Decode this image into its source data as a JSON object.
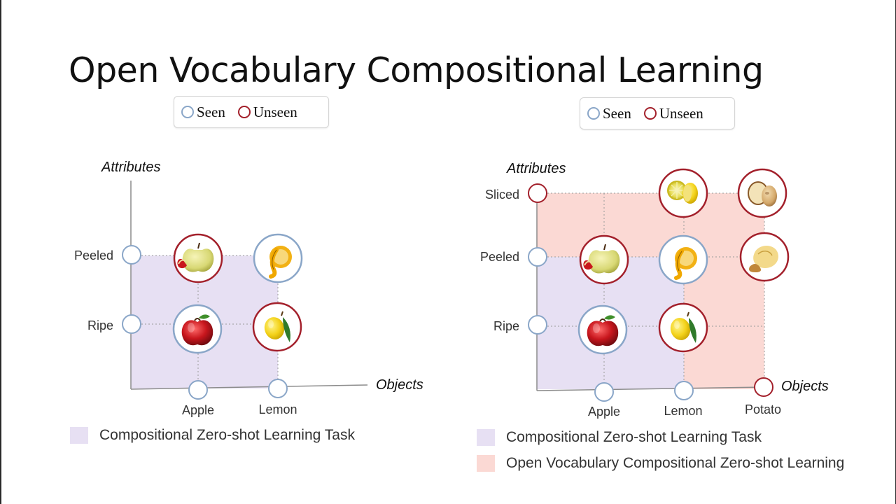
{
  "title": "Open Vocabulary Compositional Learning",
  "legend": {
    "seen": "Seen",
    "unseen": "Unseen"
  },
  "colors": {
    "seen_border": "#8aa6c8",
    "unseen_border": "#a3202b",
    "czsl_fill": "#e7e0f3",
    "ovczsl_fill": "#fbd9d4"
  },
  "left_diagram": {
    "y_axis_title": "Attributes",
    "x_axis_title": "Objects",
    "attributes": [
      "Peeled",
      "Ripe"
    ],
    "objects": [
      "Apple",
      "Lemon"
    ],
    "cells": [
      {
        "attribute": "Peeled",
        "object": "Apple",
        "status": "unseen",
        "icon": "peeled-apple-icon"
      },
      {
        "attribute": "Peeled",
        "object": "Lemon",
        "status": "seen",
        "icon": "peeled-lemon-icon"
      },
      {
        "attribute": "Ripe",
        "object": "Apple",
        "status": "seen",
        "icon": "ripe-apple-icon"
      },
      {
        "attribute": "Ripe",
        "object": "Lemon",
        "status": "unseen",
        "icon": "ripe-lemon-icon"
      }
    ],
    "legend_items": [
      "Compositional Zero-shot Learning Task"
    ]
  },
  "right_diagram": {
    "y_axis_title": "Attributes",
    "x_axis_title": "Objects",
    "attributes": [
      "Sliced",
      "Peeled",
      "Ripe"
    ],
    "objects": [
      "Apple",
      "Lemon",
      "Potato"
    ],
    "cells": [
      {
        "attribute": "Sliced",
        "object": "Lemon",
        "status": "unseen",
        "icon": "sliced-lemon-icon"
      },
      {
        "attribute": "Sliced",
        "object": "Potato",
        "status": "unseen",
        "icon": "sliced-potato-icon"
      },
      {
        "attribute": "Peeled",
        "object": "Apple",
        "status": "unseen",
        "icon": "peeled-apple-icon"
      },
      {
        "attribute": "Peeled",
        "object": "Lemon",
        "status": "seen",
        "icon": "peeled-lemon-icon"
      },
      {
        "attribute": "Peeled",
        "object": "Potato",
        "status": "unseen",
        "icon": "peeled-potato-icon"
      },
      {
        "attribute": "Ripe",
        "object": "Apple",
        "status": "seen",
        "icon": "ripe-apple-icon"
      },
      {
        "attribute": "Ripe",
        "object": "Lemon",
        "status": "unseen",
        "icon": "ripe-lemon-icon"
      }
    ],
    "legend_items": [
      "Compositional Zero-shot Learning Task",
      "Open Vocabulary Compositional Zero-shot Learning"
    ]
  }
}
